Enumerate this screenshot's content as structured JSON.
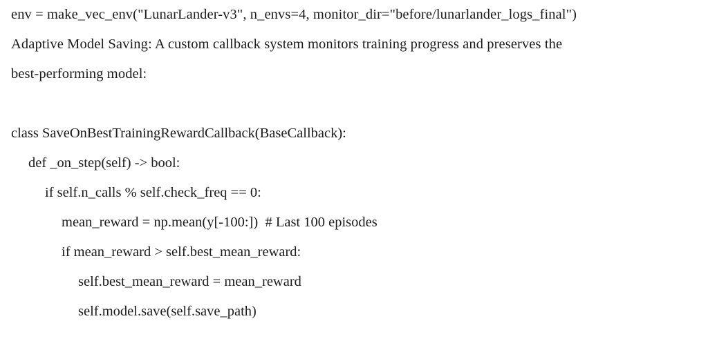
{
  "document": {
    "background_color": "#ffffff",
    "text_color": "#1b1b1b",
    "prose": {
      "lines": [
        "env = make_vec_env(\"LunarLander-v3\", n_envs=4, monitor_dir=\"before/lunarlander_logs_final\")",
        "Adaptive Model Saving: A custom callback system monitors training progress and preserves the",
        "best-performing model:"
      ]
    },
    "code_block": {
      "language": "python",
      "lines": [
        {
          "indent": 0,
          "text": "class SaveOnBestTrainingRewardCallback(BaseCallback):"
        },
        {
          "indent": 1,
          "text": "def _on_step(self) -> bool:"
        },
        {
          "indent": 2,
          "text": "if self.n_calls % self.check_freq == 0:"
        },
        {
          "indent": 3,
          "text": "mean_reward = np.mean(y[-100:])  # Last 100 episodes"
        },
        {
          "indent": 3,
          "text": "if mean_reward > self.best_mean_reward:"
        },
        {
          "indent": 4,
          "text": "self.best_mean_reward = mean_reward"
        },
        {
          "indent": 4,
          "text": "self.model.save(self.save_path)"
        }
      ]
    }
  }
}
